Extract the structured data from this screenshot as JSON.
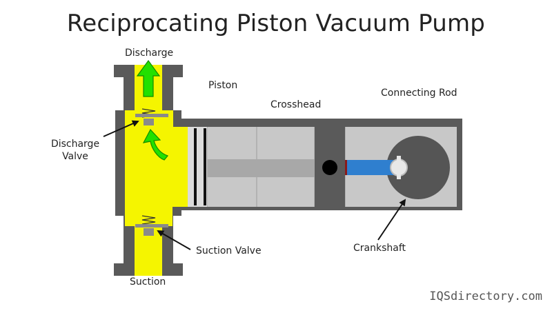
{
  "title": "Reciprocating Piston Vacuum Pump",
  "labels": {
    "discharge": "Discharge",
    "piston": "Piston",
    "crosshead": "Crosshead",
    "connecting_rod": "Connecting Rod",
    "discharge_valve_line1": "Discharge",
    "discharge_valve_line2": "Valve",
    "suction_valve": "Suction Valve",
    "crankshaft": "Crankshaft",
    "suction": "Suction"
  },
  "brand": "IQSdirectory.com",
  "colors": {
    "housing": "#5a5a5a",
    "cylinder_fill": "#c8c8c8",
    "gas": "#f5f500",
    "flow_arrow": "#22e000",
    "connecting_rod": "#2f7fcf",
    "crankshaft_disc": "#555555"
  }
}
